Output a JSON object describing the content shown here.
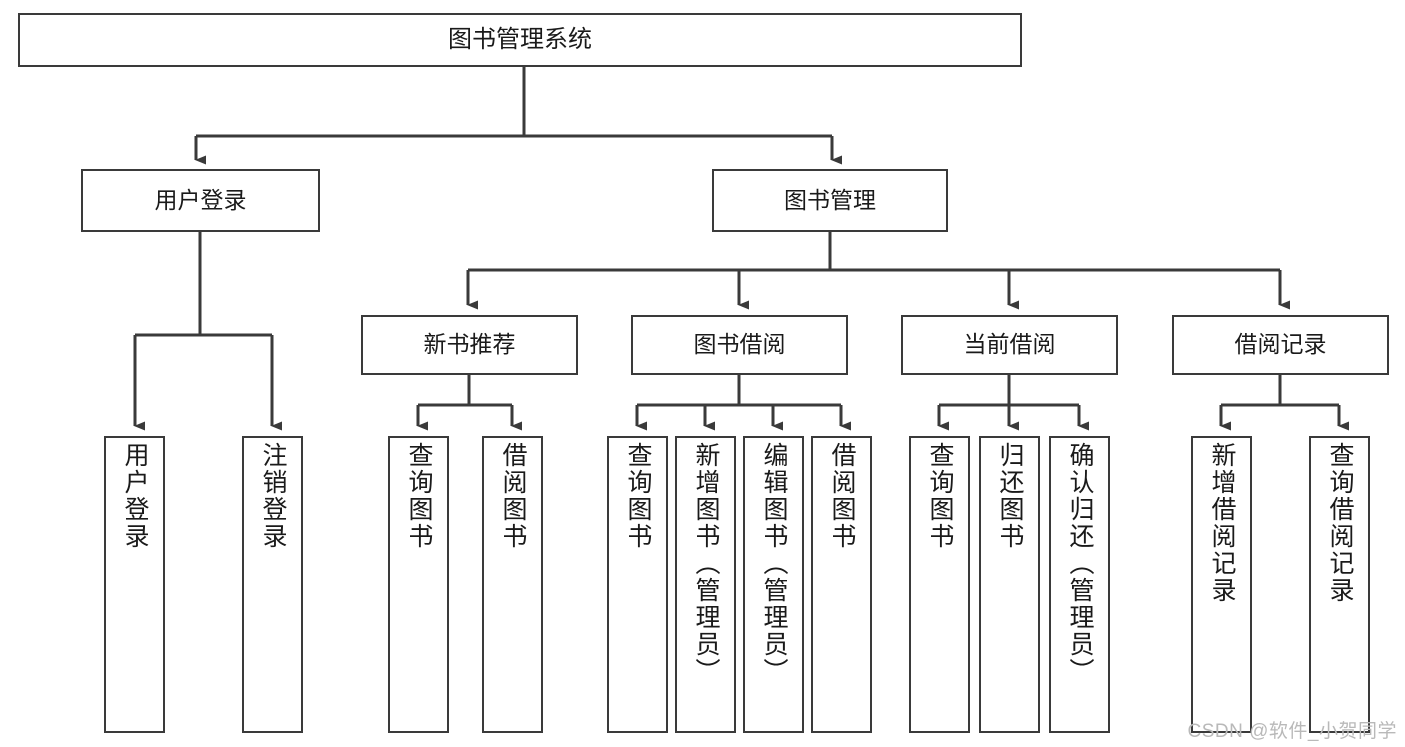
{
  "diagram": {
    "title": "图书管理系统",
    "type": "hierarchy-tree",
    "watermark": "CSDN @软件_小贺同学",
    "colors": {
      "box_border": "#3a3a3a",
      "box_fill": "#ffffff",
      "edge": "#3a3a3a",
      "text": "#1a1a1a",
      "watermark": "#b9b9b9"
    },
    "levels": [
      {
        "level": 1,
        "nodes": [
          {
            "id": "root",
            "label": "图书管理系统"
          }
        ]
      },
      {
        "level": 2,
        "nodes": [
          {
            "id": "user-login",
            "label": "用户登录",
            "parent": "root"
          },
          {
            "id": "book-manage",
            "label": "图书管理",
            "parent": "root"
          }
        ]
      },
      {
        "level": 3,
        "nodes": [
          {
            "id": "new-book-rec",
            "label": "新书推荐",
            "parent": "book-manage"
          },
          {
            "id": "book-borrow",
            "label": "图书借阅",
            "parent": "book-manage"
          },
          {
            "id": "current-borrow",
            "label": "当前借阅",
            "parent": "book-manage"
          },
          {
            "id": "borrow-record",
            "label": "借阅记录",
            "parent": "book-manage"
          }
        ]
      },
      {
        "level": 4,
        "nodes": [
          {
            "id": "leaf-1",
            "label": "用户登录",
            "parent": "user-login"
          },
          {
            "id": "leaf-2",
            "label": "注销登录",
            "parent": "user-login"
          },
          {
            "id": "leaf-3",
            "label": "查询图书",
            "parent": "new-book-rec"
          },
          {
            "id": "leaf-4",
            "label": "借阅图书",
            "parent": "new-book-rec"
          },
          {
            "id": "leaf-5",
            "label": "查询图书",
            "parent": "book-borrow"
          },
          {
            "id": "leaf-6",
            "label": "新增图书（管理员）",
            "parent": "book-borrow"
          },
          {
            "id": "leaf-7",
            "label": "编辑图书（管理员）",
            "parent": "book-borrow"
          },
          {
            "id": "leaf-8",
            "label": "借阅图书",
            "parent": "book-borrow"
          },
          {
            "id": "leaf-9",
            "label": "查询图书",
            "parent": "current-borrow"
          },
          {
            "id": "leaf-10",
            "label": "归还图书",
            "parent": "current-borrow"
          },
          {
            "id": "leaf-11",
            "label": "确认归还（管理员）",
            "parent": "current-borrow"
          },
          {
            "id": "leaf-12",
            "label": "新增借阅记录",
            "parent": "borrow-record"
          },
          {
            "id": "leaf-13",
            "label": "查询借阅记录",
            "parent": "borrow-record"
          }
        ]
      }
    ]
  }
}
